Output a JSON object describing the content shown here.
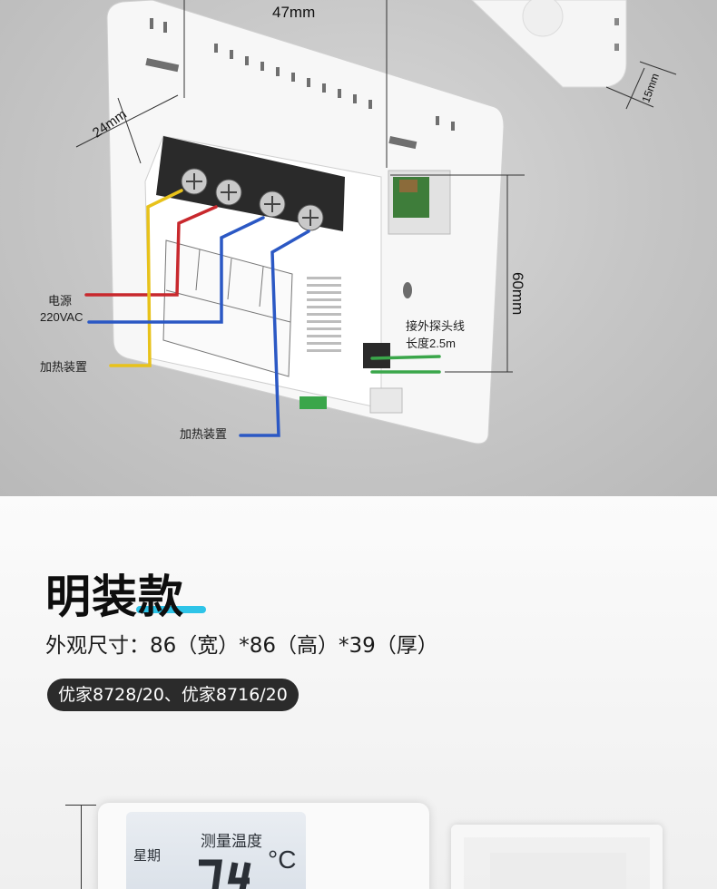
{
  "photo": {
    "dimensions": {
      "width": "47mm",
      "depth": "24mm",
      "height": "60mm",
      "side": "15mm"
    },
    "labels": {
      "power_title": "电源",
      "power_voltage": "220VAC",
      "heater_left": "加热装置",
      "heater_bottom": "加热装置",
      "probe_title": "接外探头线",
      "probe_length": "长度2.5m"
    },
    "wire_colors": {
      "red": "#c8282d",
      "blue": "#2b58c4",
      "yellow": "#e8c21a",
      "green": "#3aa64a"
    }
  },
  "section": {
    "title": "明装款",
    "spec": "外观尺寸：86（宽）*86（高）*39（厚）",
    "models": "优家8728/20、优家8716/20",
    "accent": "#2ec4e8"
  },
  "lcd": {
    "week": "星期",
    "measure": "测量温度",
    "unit": "°C"
  }
}
